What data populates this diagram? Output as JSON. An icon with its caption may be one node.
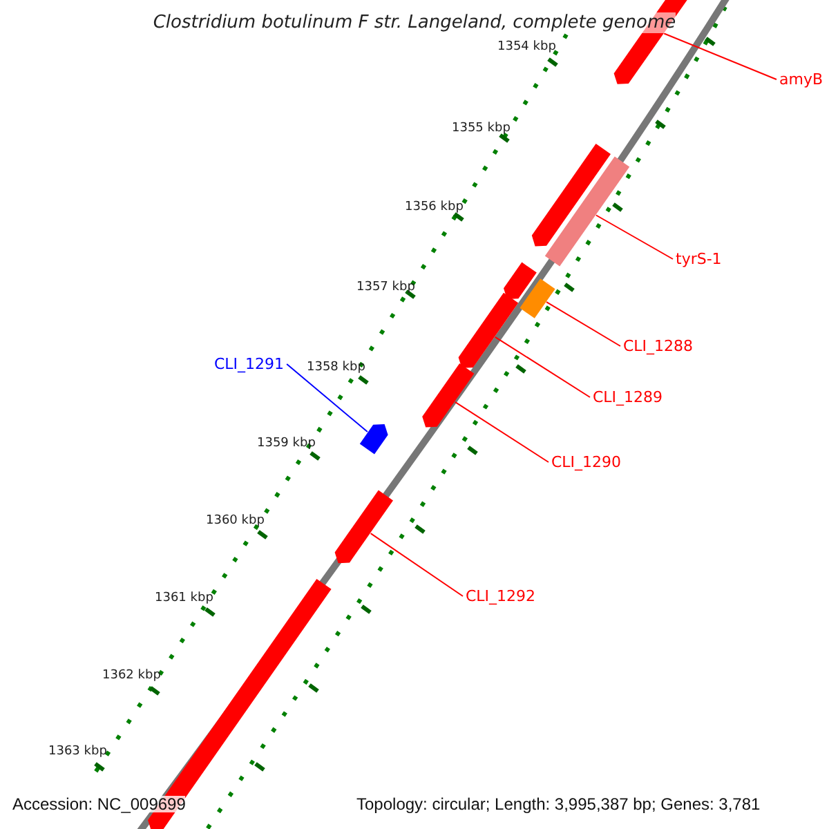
{
  "diagram": {
    "title": "Clostridium botulinum F str. Langeland, complete genome",
    "nodes": [
      {
        "text": [],
        "shape": "bar"
      },
      {
        "text": [
          "amyB"
        ]
      },
      {
        "text": [],
        "shape": "bar"
      },
      {
        "text": [],
        "shape": "bar"
      },
      {
        "text": [
          "tyrS-1"
        ]
      },
      {
        "text": [],
        "shape": "bar"
      },
      {
        "text": [],
        "shape": "bar"
      },
      {
        "text": [],
        "shape": "bar"
      },
      {
        "text": [
          "CLI_1288"
        ]
      },
      {
        "text": [
          "CLI_1291"
        ]
      },
      {
        "text": [
          "CLI_1289"
        ]
      },
      {
        "text": [],
        "shape": "bar"
      },
      {
        "text": [],
        "shape": "bar"
      },
      {
        "text": [
          "CLI_1290"
        ]
      },
      {
        "text": [],
        "shape": "bar"
      },
      {
        "text": [],
        "shape": "bar"
      },
      {
        "text": [
          "CLI_1292"
        ]
      }
    ],
    "edges": [
      {
        "from": 1,
        "to": 0,
        "arrow": "none"
      },
      {
        "from": 4,
        "to": 3,
        "arrow": "none"
      },
      {
        "from": 8,
        "to": 6,
        "arrow": "none"
      },
      {
        "from": 9,
        "to": 12,
        "arrow": "none",
        "color": "#0000ff"
      },
      {
        "from": 10,
        "to": 7,
        "arrow": "none"
      },
      {
        "from": 13,
        "to": 11,
        "arrow": "none"
      },
      {
        "from": 16,
        "to": 14,
        "arrow": "none"
      }
    ],
    "labels": [
      "1354 kbp",
      "1355 kbp",
      "1356 kbp",
      "1357 kbp",
      "1358 kbp",
      "1359 kbp",
      "1360 kbp",
      "1361 kbp",
      "1362 kbp",
      "1363 kbp",
      "Accession: NC_009699",
      "Topology: circular; Length: 3,995,387 bp; Genes: 3,781"
    ]
  }
}
